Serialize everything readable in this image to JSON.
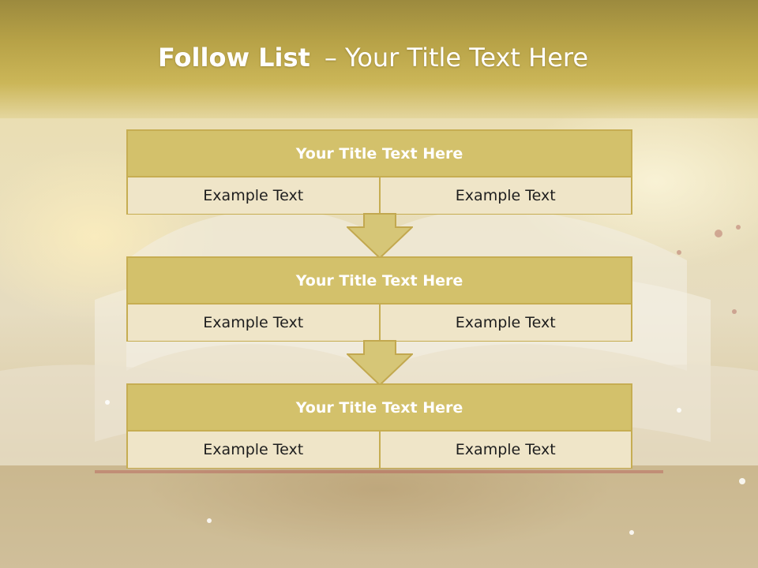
{
  "slide": {
    "title_bold": "Follow List",
    "title_rest": "– Your Title Text Here"
  },
  "steps": [
    {
      "title": "Your Title Text Here",
      "left": "Example Text",
      "right": "Example Text"
    },
    {
      "title": "Your Title Text Here",
      "left": "Example Text",
      "right": "Example Text"
    },
    {
      "title": "Your Title Text Here",
      "left": "Example Text",
      "right": "Example Text"
    }
  ],
  "colors": {
    "header_band": "#b7a247",
    "box_title_fill": "#d3c16b",
    "box_cell_fill": "#efe5c8",
    "border": "#c6ad52",
    "arrow_fill": "#d6c677"
  },
  "icons": {
    "arrow": "down-arrow-icon"
  }
}
